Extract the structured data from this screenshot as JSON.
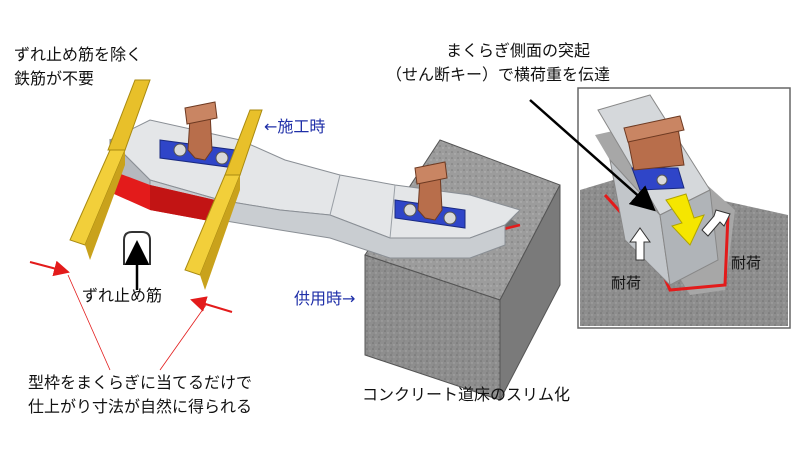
{
  "labels": {
    "no_anti_slip_rebar_line1": "ずれ止め筋を除く",
    "no_anti_slip_rebar_line2": "鉄筋が不要",
    "during_construction": "←施工時",
    "anti_slip_rebar": "ずれ止め筋",
    "in_service": "供用時→",
    "formwork_line1": "型枠をまくらぎに当てるだけで",
    "formwork_line2": "仕上がり寸法が自然に得られる",
    "slim_slab": "コンクリート道床のスリム化",
    "shear_key_line1": "まくらぎ側面の突起",
    "shear_key_line2": "（せん断キー）で横荷重を伝達",
    "resist_left": "耐荷",
    "resist_right": "耐荷"
  },
  "colors": {
    "formwork": "#e8c02a",
    "red_marking": "#e31b1b",
    "label_blue": "#1f2fa8",
    "load_arrow": "#f5e600",
    "concrete": "#8f8f8f"
  }
}
